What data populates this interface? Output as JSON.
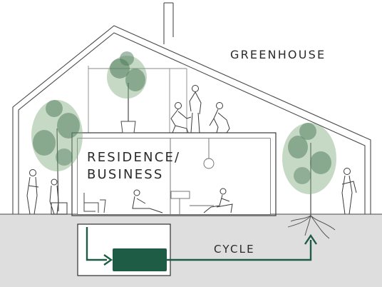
{
  "labels": {
    "greenhouse": "GREENHOUSE",
    "residence_line1": "RESIDENCE/",
    "residence_line2": "BUSINESS",
    "cycle": "CYCLE"
  },
  "colors": {
    "line": "#4a4a4a",
    "ground": "#dedede",
    "cycle_green": "#1f5c45",
    "foliage": "#7faa7f",
    "foliage_dark": "#4e7a5a"
  },
  "icons": {
    "arrow": "cycle-arrow-icon",
    "tank": "storage-tank-icon"
  }
}
